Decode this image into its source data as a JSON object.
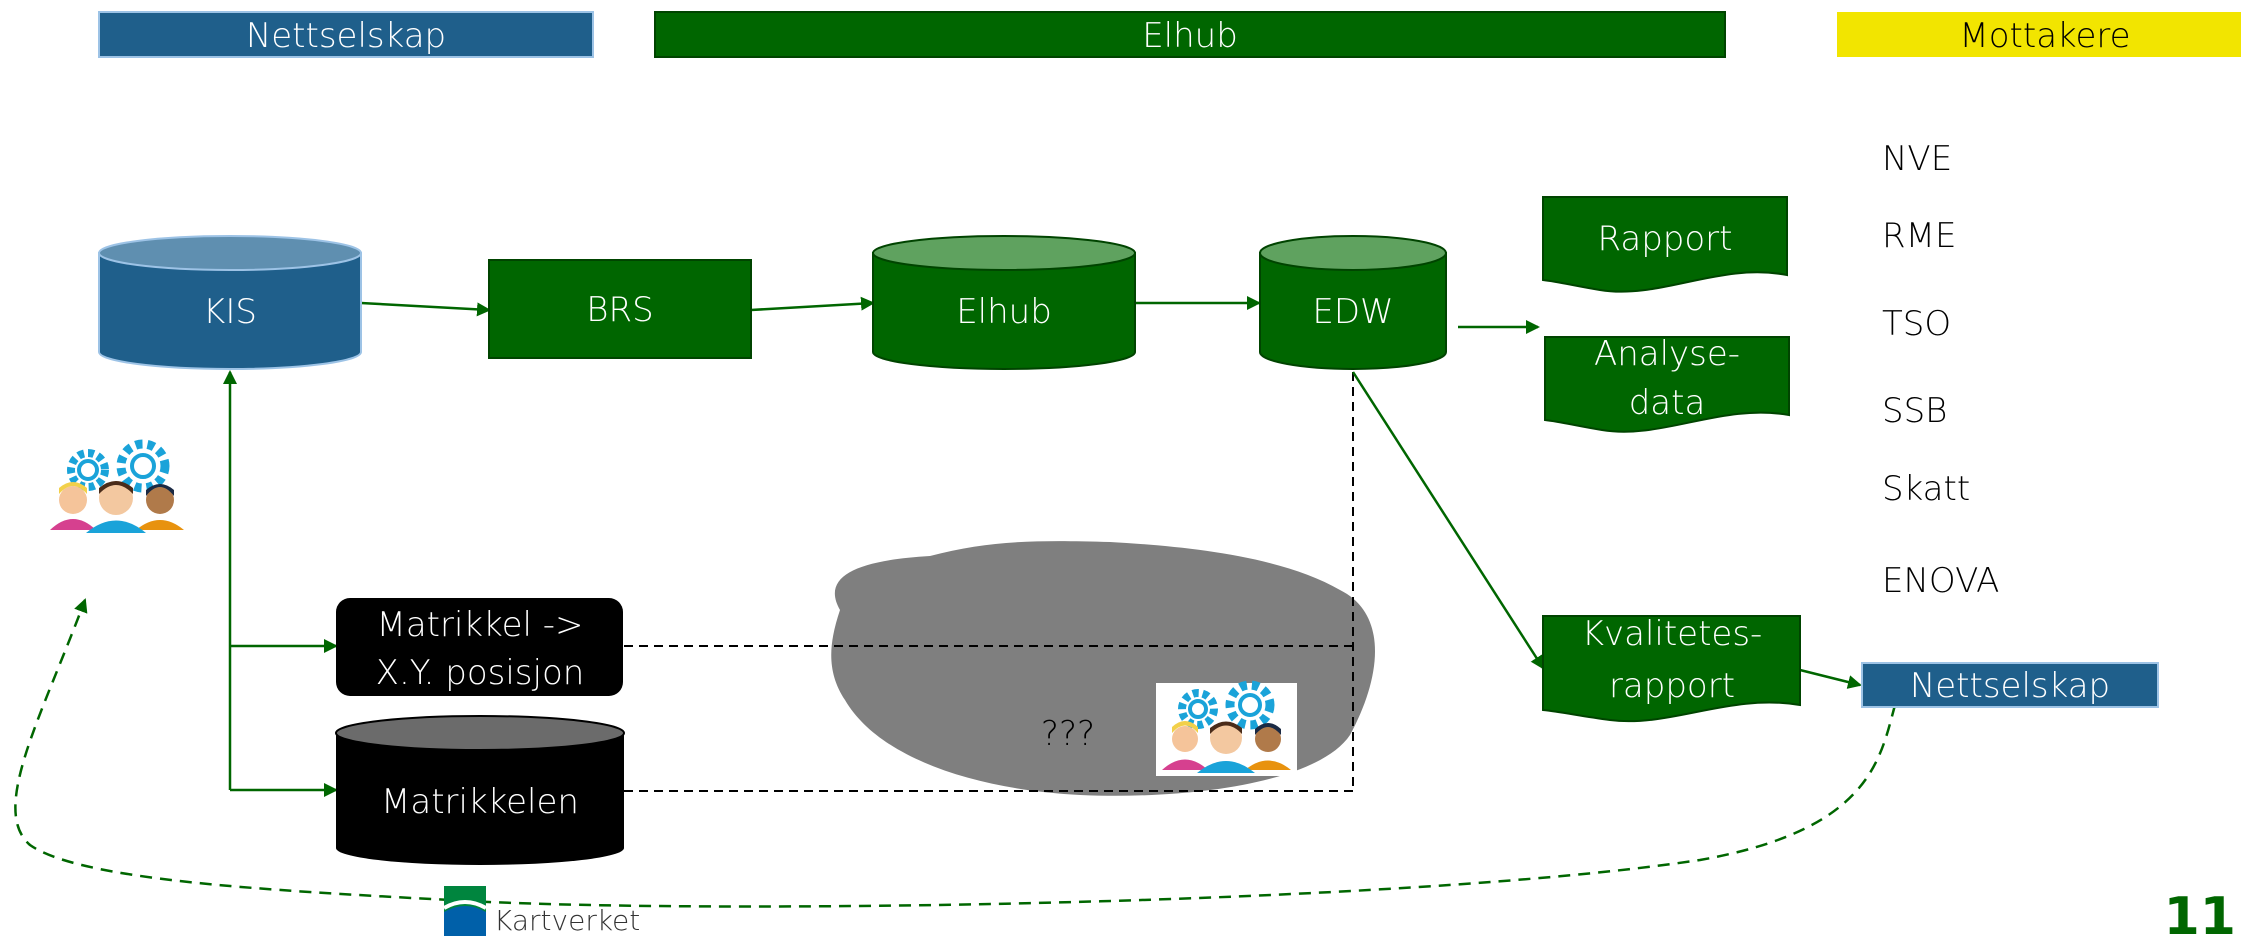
{
  "headers": {
    "nettselskap": "Nettselskap",
    "elhub": "Elhub",
    "mottakere": "Mottakere"
  },
  "nodes": {
    "kis": "KIS",
    "brs": "BRS",
    "elhub_db": "Elhub",
    "edw": "EDW",
    "rapport": "Rapport",
    "analysedata_line1": "Analyse-",
    "analysedata_line2": "data",
    "kvalitet_line1": "Kvalitetes-",
    "kvalitet_line2": "rapport",
    "nettselskap_box": "Nettselskap",
    "matrikkel_line1": "Matrikkel ->",
    "matrikkel_line2": "X.Y. posisjon",
    "matrikkelen": "Matrikkelen",
    "unknown": "???"
  },
  "recipients": [
    "NVE",
    "RME",
    "TSO",
    "SSB",
    "Skatt",
    "ENOVA"
  ],
  "logo": {
    "text": "Kartverket"
  },
  "page_number": "11",
  "colors": {
    "nettselskap_blue": "#1f5f8b",
    "elhub_green": "#006600",
    "mottakere_yellow": "#f2e500",
    "cloud_gray": "#7f7f7f",
    "matrikkel_black": "#000000"
  },
  "icons": [
    "people-gears-icon",
    "kartverket-logo-icon"
  ]
}
